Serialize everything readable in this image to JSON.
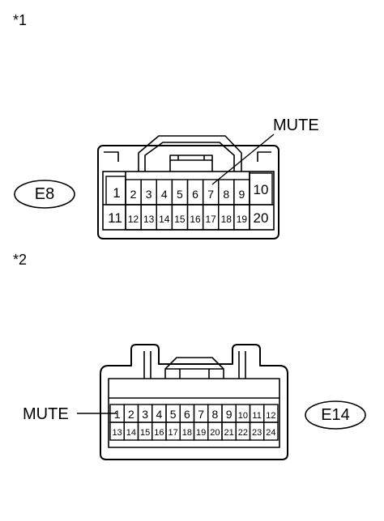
{
  "notes": {
    "first": "*1",
    "second": "*2"
  },
  "connectors": {
    "e8": {
      "tag": "E8",
      "callout": "MUTE",
      "callout_pin": "7",
      "row1": [
        "1",
        "2",
        "3",
        "4",
        "5",
        "6",
        "7",
        "8",
        "9",
        "10"
      ],
      "row2": [
        "11",
        "12",
        "13",
        "14",
        "15",
        "16",
        "17",
        "18",
        "19",
        "20"
      ]
    },
    "e14": {
      "tag": "E14",
      "callout": "MUTE",
      "callout_pin": "1",
      "row1": [
        "1",
        "2",
        "3",
        "4",
        "5",
        "6",
        "7",
        "8",
        "9",
        "10",
        "11",
        "12"
      ],
      "row2": [
        "13",
        "14",
        "15",
        "16",
        "17",
        "18",
        "19",
        "20",
        "21",
        "22",
        "23",
        "24"
      ]
    }
  }
}
